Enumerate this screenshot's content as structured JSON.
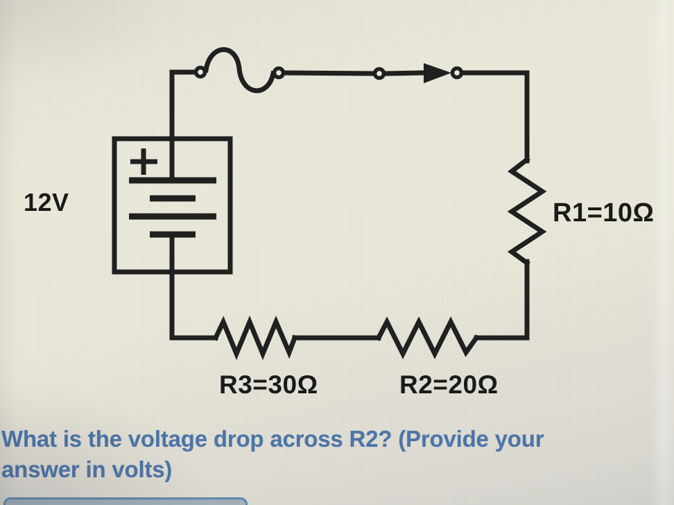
{
  "circuit": {
    "source_label": "12V",
    "battery_polarity_symbol": "+",
    "resistor_r1_label": "R1=10Ω",
    "resistor_r2_label": "R2=20Ω",
    "resistor_r3_label": "R3=30Ω"
  },
  "question": {
    "line1": "What is the voltage drop across R2? (Provide your",
    "line2": "answer in volts)"
  },
  "answer_field": {
    "value": ""
  },
  "colors": {
    "background": "#e8e6d8",
    "wire": "#1c1c1c",
    "circuit_label_text": "#161616",
    "question_text": "#4a73a8",
    "answer_border": "#5b87b0"
  }
}
